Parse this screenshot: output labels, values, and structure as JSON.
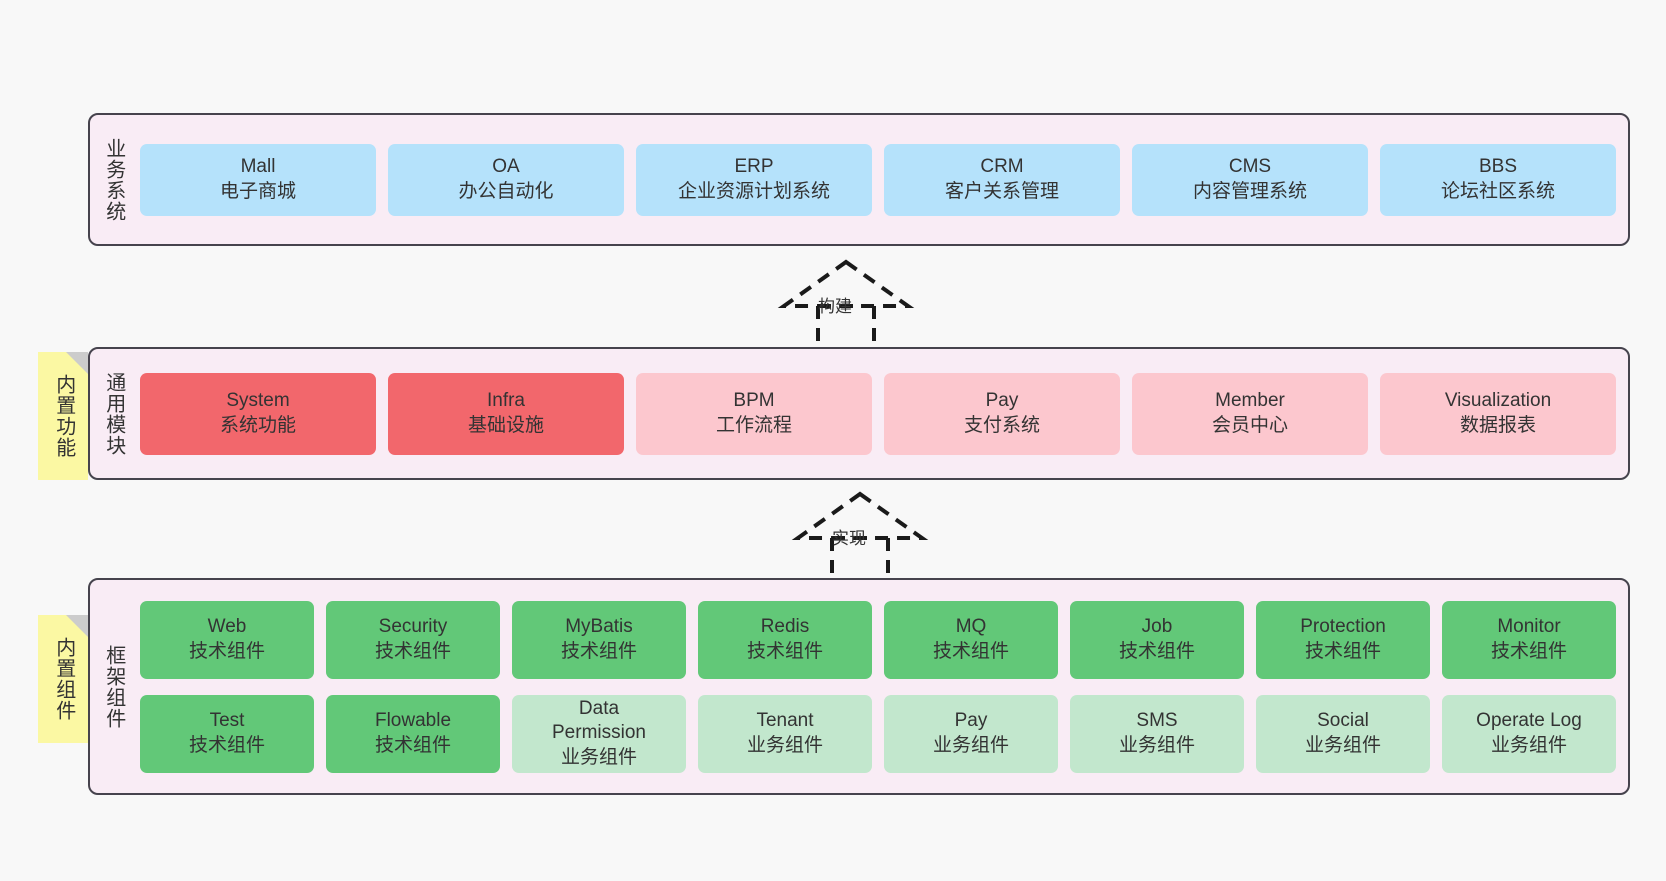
{
  "diagram": {
    "background_color": "#f8f8f8",
    "panel_color": "#f9ecf5",
    "panel_border_color": "#46434d",
    "note_color": "#fbf8a3"
  },
  "layers": {
    "business": {
      "title": "业务系统",
      "card_color": "#b5e2fb",
      "cards": [
        {
          "en": "Mall",
          "cn": "电子商城"
        },
        {
          "en": "OA",
          "cn": "办公自动化"
        },
        {
          "en": "ERP",
          "cn": "企业资源计划系统"
        },
        {
          "en": "CRM",
          "cn": "客户关系管理"
        },
        {
          "en": "CMS",
          "cn": "内容管理系统"
        },
        {
          "en": "BBS",
          "cn": "论坛社区系统"
        }
      ]
    },
    "common": {
      "title": "通用模块",
      "note": "内置功能",
      "card_color_primary": "#f2676c",
      "card_color_secondary": "#fcc7ce",
      "cards": [
        {
          "en": "System",
          "cn": "系统功能",
          "variant": "red"
        },
        {
          "en": "Infra",
          "cn": "基础设施",
          "variant": "red"
        },
        {
          "en": "BPM",
          "cn": "工作流程",
          "variant": "pink"
        },
        {
          "en": "Pay",
          "cn": "支付系统",
          "variant": "pink"
        },
        {
          "en": "Member",
          "cn": "会员中心",
          "variant": "pink"
        },
        {
          "en": "Visualization",
          "cn": "数据报表",
          "variant": "pink"
        }
      ]
    },
    "framework": {
      "title": "框架组件",
      "note": "内置组件",
      "card_color_primary": "#62c878",
      "card_color_secondary": "#c2e7cd",
      "row_tech": [
        {
          "en": "Web",
          "cn": "技术组件"
        },
        {
          "en": "Security",
          "cn": "技术组件"
        },
        {
          "en": "MyBatis",
          "cn": "技术组件"
        },
        {
          "en": "Redis",
          "cn": "技术组件"
        },
        {
          "en": "MQ",
          "cn": "技术组件"
        },
        {
          "en": "Job",
          "cn": "技术组件"
        },
        {
          "en": "Protection",
          "cn": "技术组件"
        },
        {
          "en": "Monitor",
          "cn": "技术组件"
        }
      ],
      "row_business": [
        {
          "en": "Test",
          "cn": "技术组件",
          "variant": "green"
        },
        {
          "en": "Flowable",
          "cn": "技术组件",
          "variant": "green"
        },
        {
          "en": "Data\nPermission",
          "cn": "业务组件",
          "variant": "green-light"
        },
        {
          "en": "Tenant",
          "cn": "业务组件",
          "variant": "green-light"
        },
        {
          "en": "Pay",
          "cn": "业务组件",
          "variant": "green-light"
        },
        {
          "en": "SMS",
          "cn": "业务组件",
          "variant": "green-light"
        },
        {
          "en": "Social",
          "cn": "业务组件",
          "variant": "green-light"
        },
        {
          "en": "Operate Log",
          "cn": "业务组件",
          "variant": "green-light"
        }
      ]
    }
  },
  "connectors": {
    "build": {
      "label": "构建",
      "style": "dashed-hollow-triangle-up"
    },
    "implement": {
      "label": "实现",
      "style": "dashed-hollow-triangle-up"
    }
  }
}
